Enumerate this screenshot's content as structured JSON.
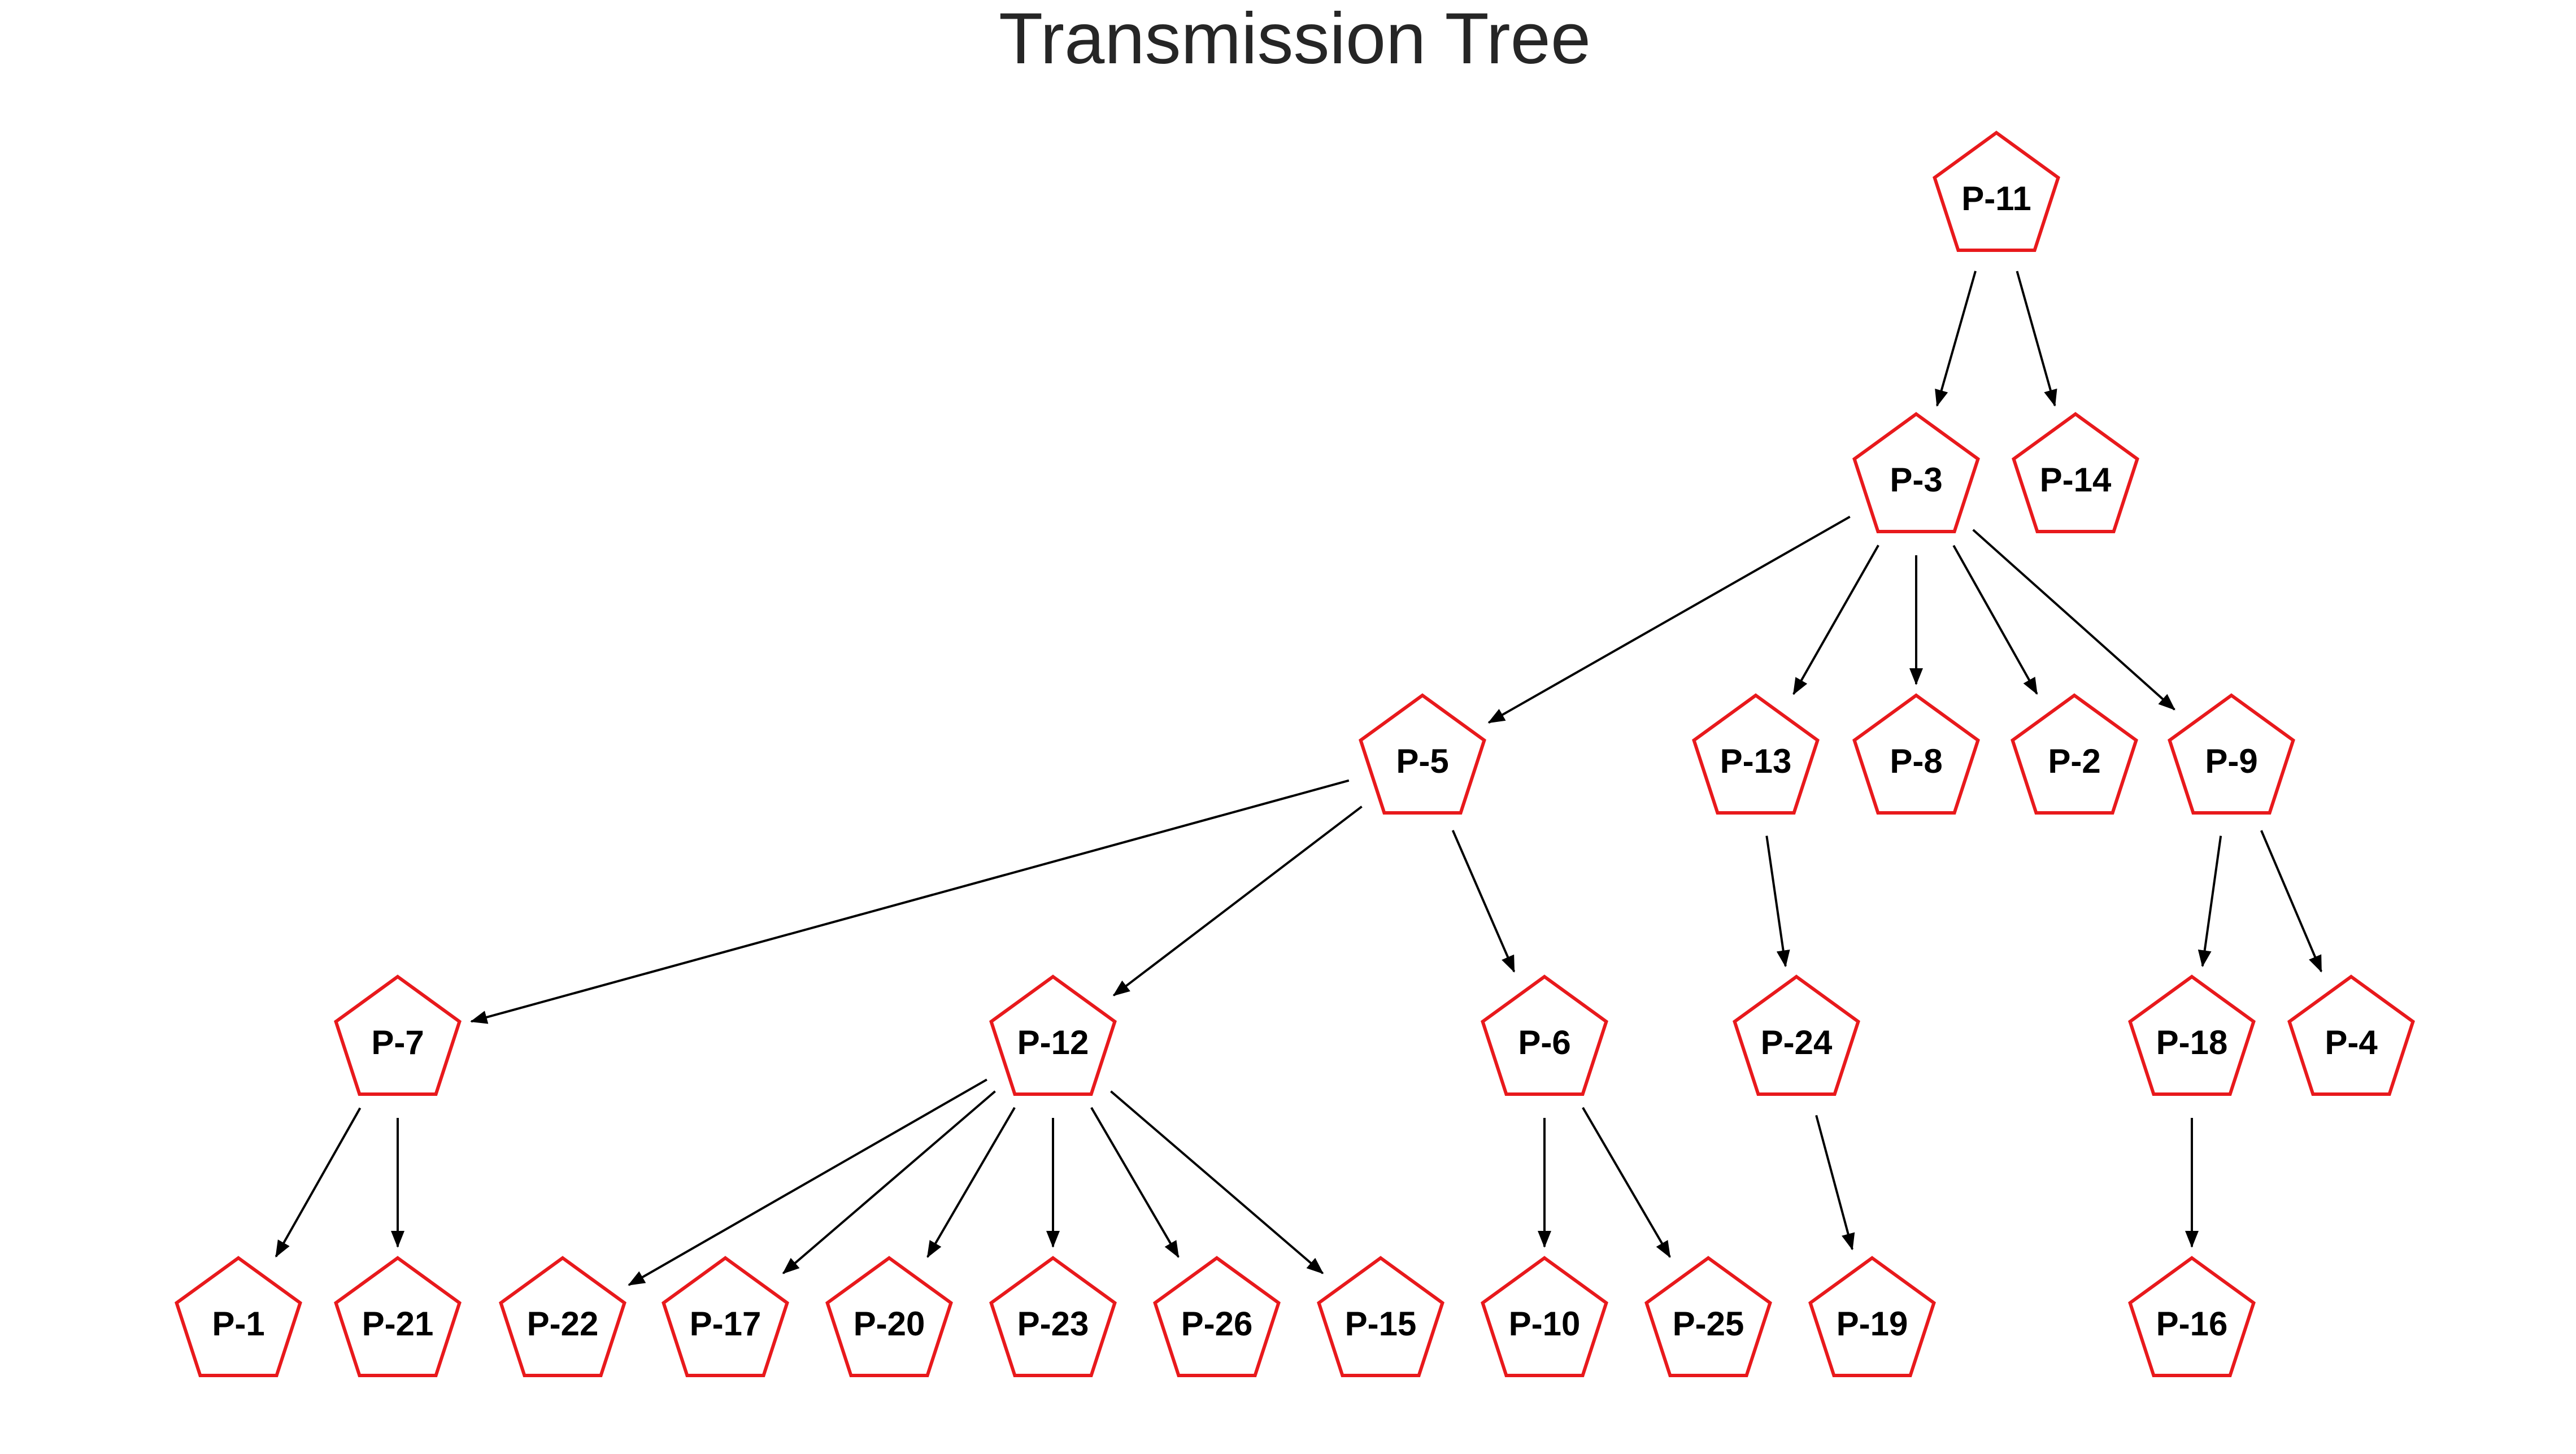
{
  "title": "Transmission Tree",
  "colors": {
    "node_outline": "#e8191c",
    "edge": "#000000",
    "text": "#000000",
    "title": "#262626"
  },
  "node_shape": "pentagon",
  "root": "P-11",
  "nodes": [
    {
      "id": "P-11",
      "label": "P-11"
    },
    {
      "id": "P-3",
      "label": "P-3"
    },
    {
      "id": "P-14",
      "label": "P-14"
    },
    {
      "id": "P-5",
      "label": "P-5"
    },
    {
      "id": "P-13",
      "label": "P-13"
    },
    {
      "id": "P-8",
      "label": "P-8"
    },
    {
      "id": "P-2",
      "label": "P-2"
    },
    {
      "id": "P-9",
      "label": "P-9"
    },
    {
      "id": "P-7",
      "label": "P-7"
    },
    {
      "id": "P-12",
      "label": "P-12"
    },
    {
      "id": "P-6",
      "label": "P-6"
    },
    {
      "id": "P-24",
      "label": "P-24"
    },
    {
      "id": "P-18",
      "label": "P-18"
    },
    {
      "id": "P-4",
      "label": "P-4"
    },
    {
      "id": "P-1",
      "label": "P-1"
    },
    {
      "id": "P-21",
      "label": "P-21"
    },
    {
      "id": "P-22",
      "label": "P-22"
    },
    {
      "id": "P-17",
      "label": "P-17"
    },
    {
      "id": "P-20",
      "label": "P-20"
    },
    {
      "id": "P-23",
      "label": "P-23"
    },
    {
      "id": "P-26",
      "label": "P-26"
    },
    {
      "id": "P-15",
      "label": "P-15"
    },
    {
      "id": "P-10",
      "label": "P-10"
    },
    {
      "id": "P-25",
      "label": "P-25"
    },
    {
      "id": "P-19",
      "label": "P-19"
    },
    {
      "id": "P-16",
      "label": "P-16"
    }
  ],
  "edges": [
    {
      "from": "P-11",
      "to": "P-3"
    },
    {
      "from": "P-11",
      "to": "P-14"
    },
    {
      "from": "P-3",
      "to": "P-5"
    },
    {
      "from": "P-3",
      "to": "P-13"
    },
    {
      "from": "P-3",
      "to": "P-8"
    },
    {
      "from": "P-3",
      "to": "P-2"
    },
    {
      "from": "P-3",
      "to": "P-9"
    },
    {
      "from": "P-5",
      "to": "P-7"
    },
    {
      "from": "P-5",
      "to": "P-12"
    },
    {
      "from": "P-5",
      "to": "P-6"
    },
    {
      "from": "P-13",
      "to": "P-24"
    },
    {
      "from": "P-9",
      "to": "P-18"
    },
    {
      "from": "P-9",
      "to": "P-4"
    },
    {
      "from": "P-7",
      "to": "P-1"
    },
    {
      "from": "P-7",
      "to": "P-21"
    },
    {
      "from": "P-12",
      "to": "P-22"
    },
    {
      "from": "P-12",
      "to": "P-17"
    },
    {
      "from": "P-12",
      "to": "P-20"
    },
    {
      "from": "P-12",
      "to": "P-23"
    },
    {
      "from": "P-12",
      "to": "P-26"
    },
    {
      "from": "P-12",
      "to": "P-15"
    },
    {
      "from": "P-6",
      "to": "P-10"
    },
    {
      "from": "P-6",
      "to": "P-25"
    },
    {
      "from": "P-24",
      "to": "P-19"
    },
    {
      "from": "P-18",
      "to": "P-16"
    }
  ]
}
